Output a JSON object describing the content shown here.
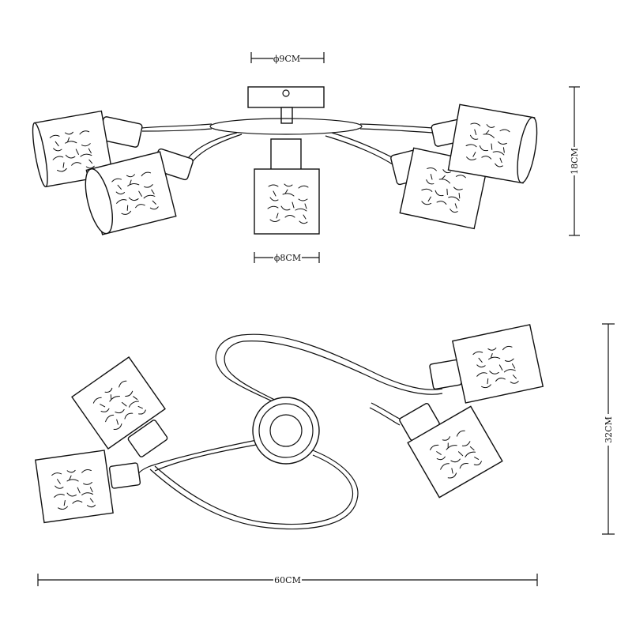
{
  "dimensions": {
    "top_diameter": "ϕ9CM",
    "bottom_diameter": "ϕ8CM",
    "height": "18CM",
    "depth": "32CM",
    "width": "60CM"
  },
  "colors": {
    "line": "#111111",
    "background": "#ffffff"
  }
}
